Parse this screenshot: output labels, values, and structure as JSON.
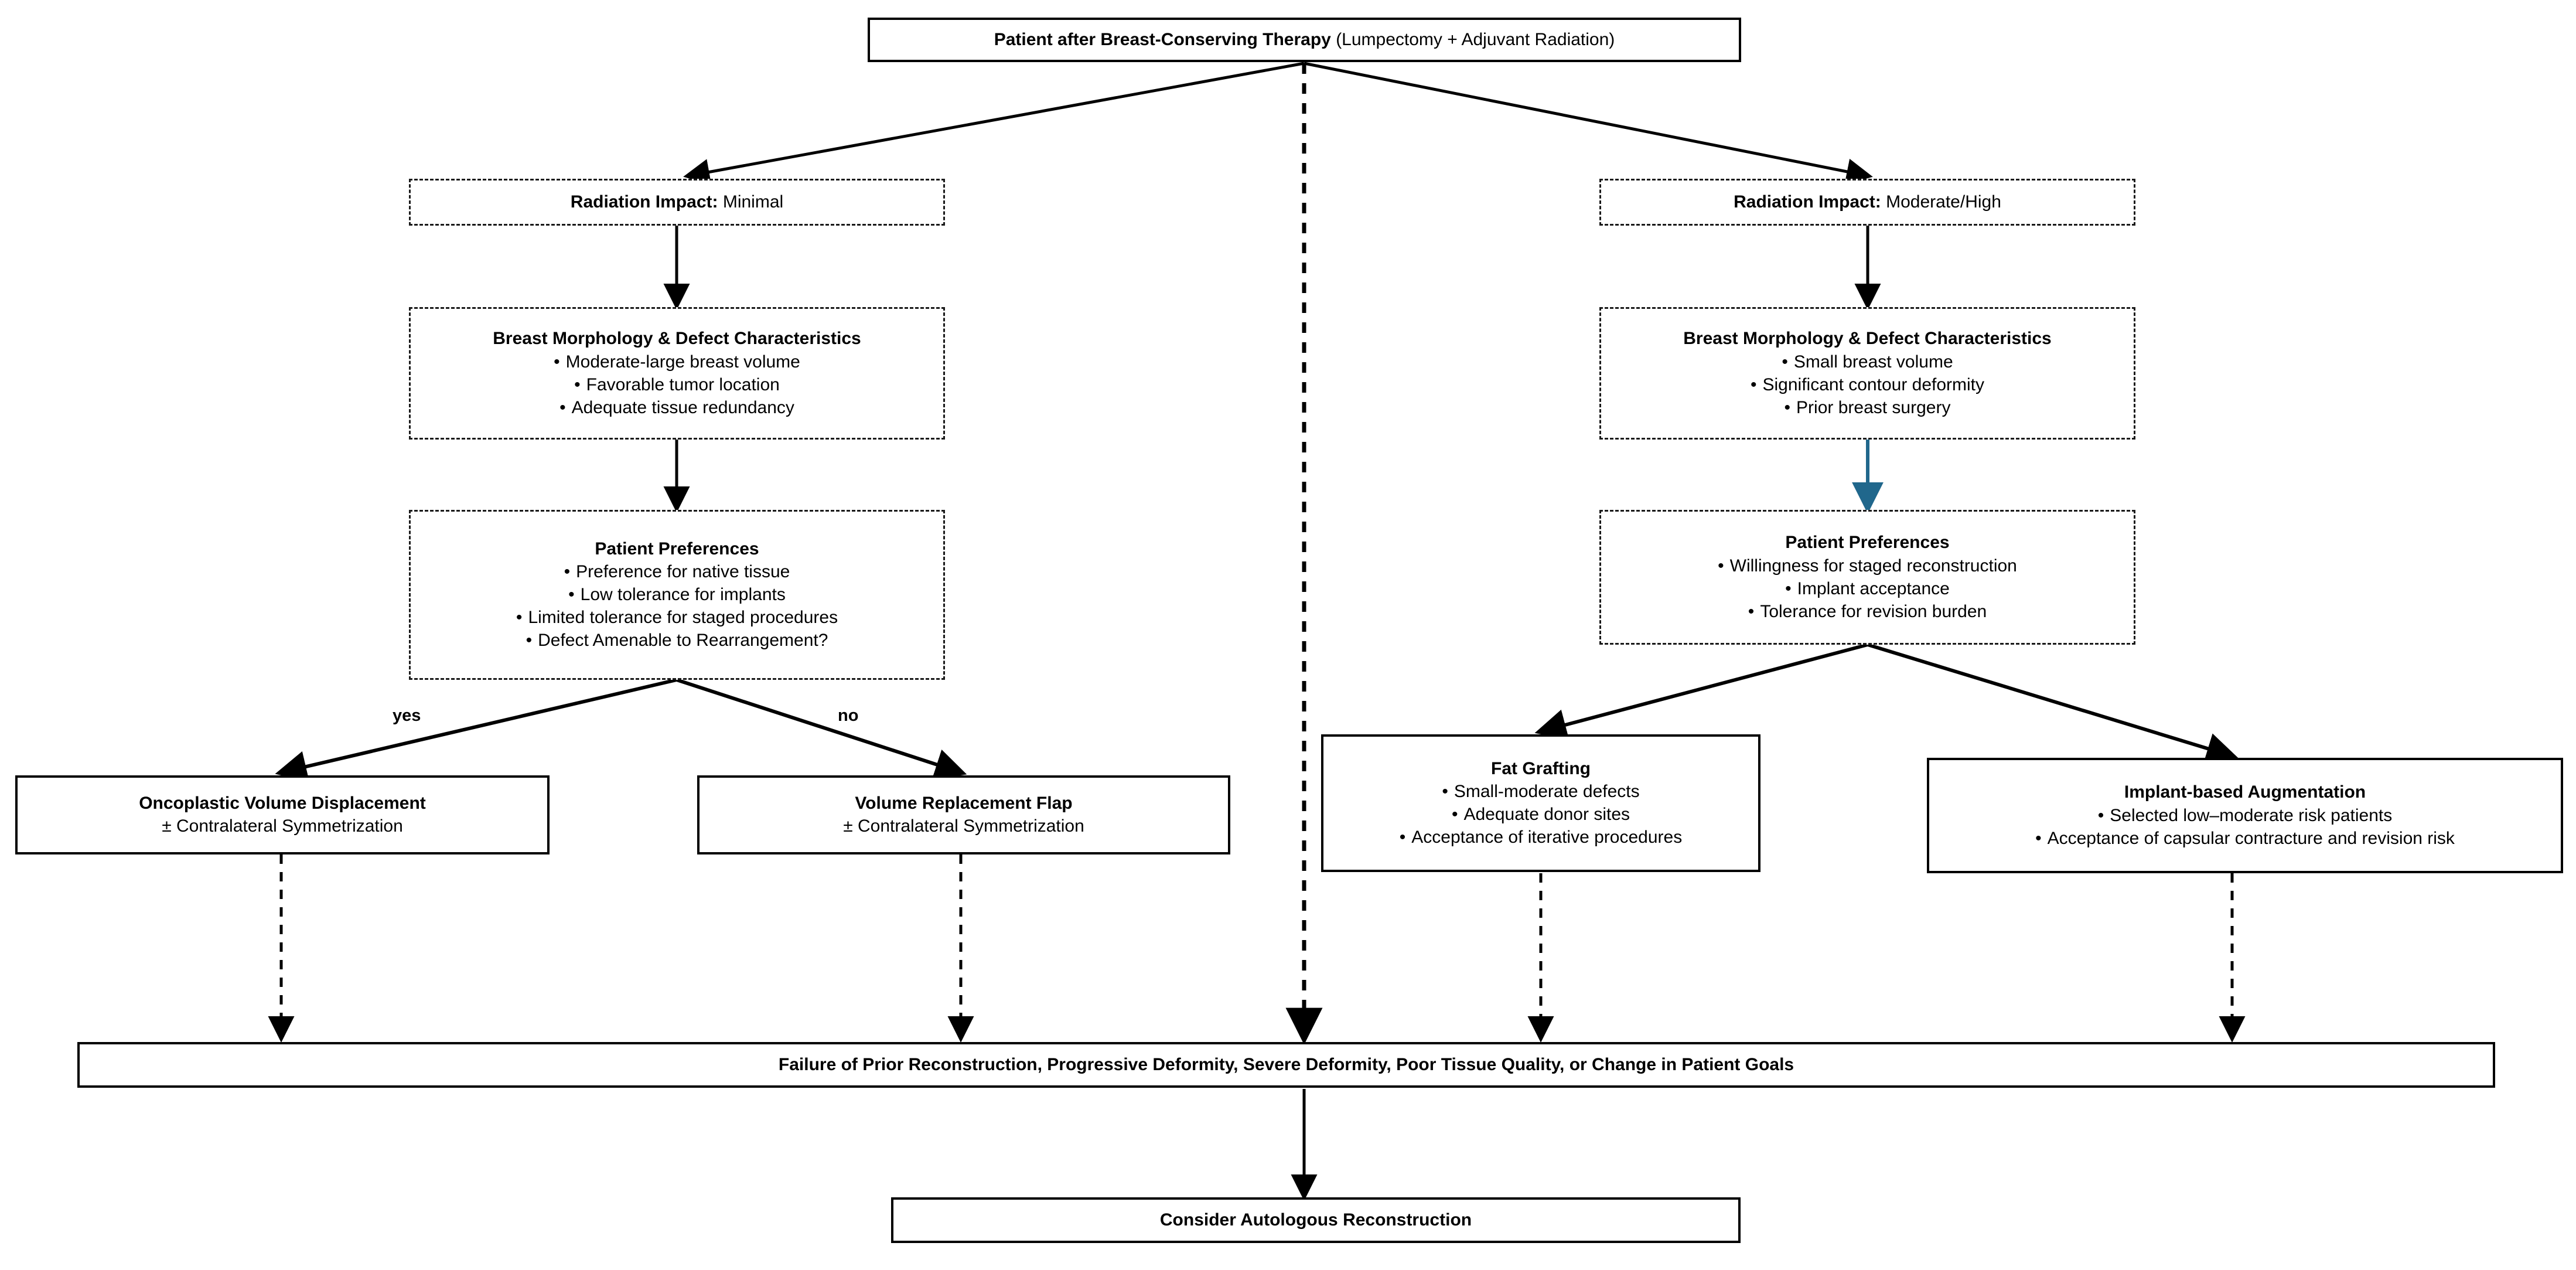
{
  "diagram": {
    "title_root": {
      "bold": "Patient after Breast-Conserving Therapy",
      "regular": " (Lumpectomy + Adjuvant Radiation)"
    },
    "edge_labels": {
      "yes": "yes",
      "no": "no"
    },
    "colors": {
      "stroke": "#000000",
      "dashed_stroke": "#1a1a1a",
      "accent_arrow": "#20678C",
      "background": "#ffffff"
    },
    "left_branch": {
      "radiation": {
        "bold": "Radiation Impact:",
        "regular": " Minimal"
      },
      "morphology": {
        "heading": "Breast Morphology & Defect Characteristics",
        "items": [
          "Moderate-large breast volume",
          "Favorable tumor location",
          "Adequate tissue redundancy"
        ]
      },
      "preferences": {
        "heading": "Patient Preferences",
        "items": [
          "Preference for native tissue",
          "Low tolerance for implants",
          "Limited tolerance for staged procedures",
          "Defect Amenable to Rearrangement?"
        ]
      },
      "outcome_yes": {
        "heading": "Oncoplastic Volume Displacement",
        "subtitle": "± Contralateral Symmetrization"
      },
      "outcome_no": {
        "heading": "Volume Replacement Flap",
        "subtitle": "± Contralateral Symmetrization"
      }
    },
    "right_branch": {
      "radiation": {
        "bold": "Radiation Impact:",
        "regular": " Moderate/High"
      },
      "morphology": {
        "heading": "Breast Morphology & Defect Characteristics",
        "items": [
          "Small breast volume",
          "Significant contour deformity",
          "Prior breast surgery"
        ]
      },
      "preferences": {
        "heading": "Patient Preferences",
        "items": [
          "Willingness for staged reconstruction",
          "Implant acceptance",
          "Tolerance for revision burden"
        ]
      },
      "outcome_fat_grafting": {
        "heading": "Fat Grafting",
        "items": [
          "Small-moderate defects",
          "Adequate donor sites",
          "Acceptance of iterative procedures"
        ]
      },
      "outcome_implant": {
        "heading": "Implant-based Augmentation",
        "items": [
          "Selected low–moderate risk patients",
          "Acceptance of capsular contracture and revision risk"
        ]
      }
    },
    "failure_bar": {
      "text": "Failure of Prior Reconstruction, Progressive Deformity, Severe Deformity, Poor Tissue Quality, or Change in Patient Goals"
    },
    "final_node": {
      "text": "Consider Autologous Reconstruction"
    }
  }
}
